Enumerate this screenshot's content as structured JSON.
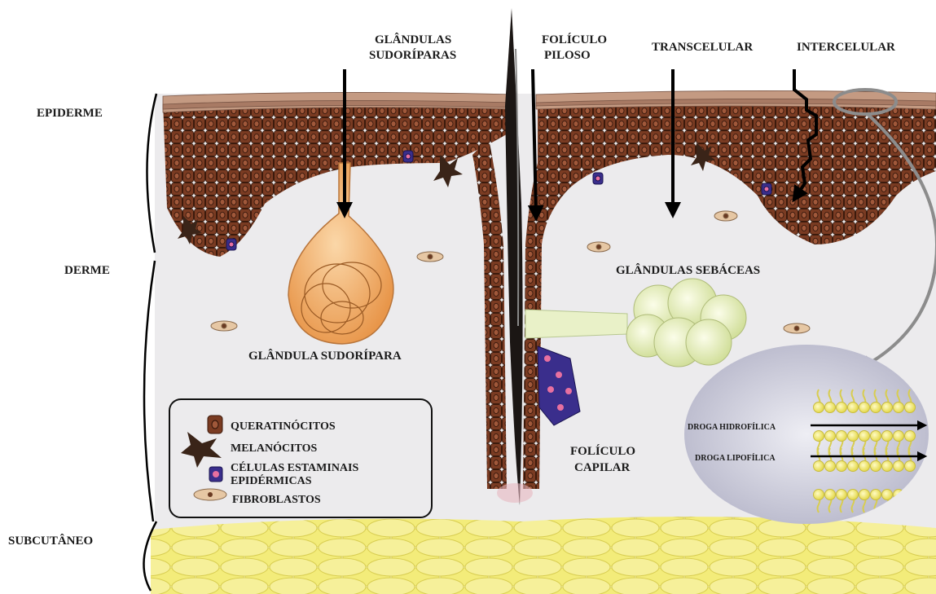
{
  "layers": {
    "epiderme": "EPIDERME",
    "derme": "DERME",
    "subcutaneo": "SUBCUTÂNEO"
  },
  "routes": {
    "glandulas_sudoriparas_line1": "GLÂNDULAS",
    "glandulas_sudoriparas_line2": "SUDORÍPARAS",
    "foliculo_piloso_line1": "FOLÍCULO",
    "foliculo_piloso_line2": "PILOSO",
    "transcelular": "TRANSCELULAR",
    "intercelular": "INTERCELULAR"
  },
  "structures": {
    "glandula_sudoripara": "GLÂNDULA SUDORÍPARA",
    "glandulas_sebaceas": "GLÂNDULAS SEBÁCEAS",
    "foliculo_capilar_line1": "FOLÍCULO",
    "foliculo_capilar_line2": "CAPILAR"
  },
  "legend": {
    "queratinocitos": "QUERATINÓCITOS",
    "melanocitos": "MELANÓCITOS",
    "celulas_line1": "CÉLULAS  ESTAMINAIS",
    "celulas_line2": "EPIDÉRMICAS",
    "fibroblastos": "FIBROBLASTOS"
  },
  "membrane": {
    "droga_hidrofilica": "DROGA HIDROFÍLICA",
    "droga_lipofilica": "DROGA LIPOFÍLICA"
  },
  "colors": {
    "keratinocyte": "#7a3b22",
    "keratinocyte_border": "#3b1a0c",
    "stratum_corneum": "#c49a82",
    "derm_background": "#ebe9ea",
    "sweat_gland": "#f0a860",
    "sebaceous": "#e6efc2",
    "subcutaneous_fat": "#f3ec7a",
    "stem_cell": "#3a2e8c",
    "membrane_bg": "#c8c8d8",
    "lipid_head": "#f2ea6a"
  }
}
